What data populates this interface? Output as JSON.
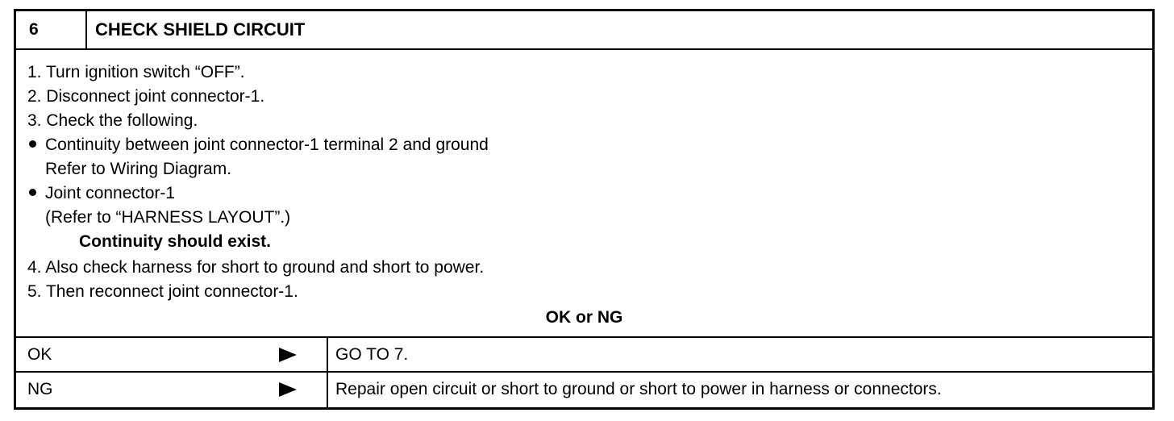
{
  "header": {
    "step_number": "6",
    "title": "CHECK SHIELD CIRCUIT"
  },
  "procedure": {
    "step1": "1.  Turn ignition switch “OFF”.",
    "step2": "2.  Disconnect joint connector-1.",
    "step3": "3.  Check the following.",
    "bullet1_line1": "Continuity between joint connector-1 terminal 2 and ground",
    "bullet1_line2": "Refer to Wiring Diagram.",
    "bullet2_line1": "Joint connector-1",
    "bullet2_line2": "(Refer to “HARNESS LAYOUT”.)",
    "expected": "Continuity should exist.",
    "step4": "4.  Also check harness for short to ground and short to power.",
    "step5": "5.  Then reconnect joint connector-1."
  },
  "decision_label": "OK or NG",
  "results": [
    {
      "label": "OK",
      "icon": "right-arrow-icon",
      "action": "GO TO 7."
    },
    {
      "label": "NG",
      "icon": "right-arrow-icon",
      "action": "Repair open circuit or short to ground or short to power in harness or connectors."
    }
  ]
}
